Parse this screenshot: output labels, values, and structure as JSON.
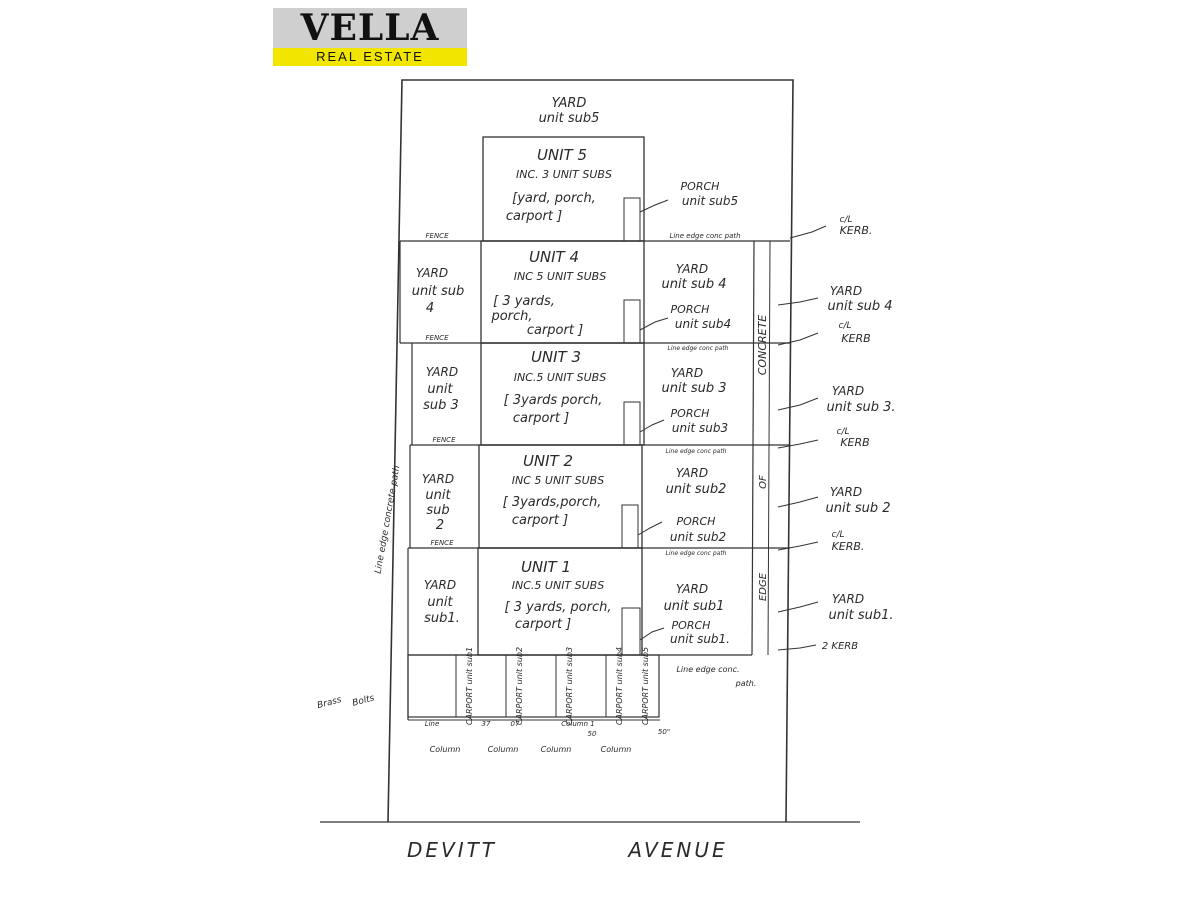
{
  "logo": {
    "name": "VELLA",
    "subtitle": "REAL ESTATE",
    "bg_top": "#cfcfcf",
    "bg_bottom": "#f2e600"
  },
  "street": {
    "word1": "DEVITT",
    "word2": "AVENUE"
  },
  "yard5": {
    "line1": "YARD",
    "line2": "unit sub5"
  },
  "units": [
    {
      "title": "UNIT 5",
      "inc": "INC. 3 UNIT SUBS",
      "note1": "[yard, porch,",
      "note2": "carport ]",
      "note3": ""
    },
    {
      "title": "UNIT 4",
      "inc": "INC 5 UNIT SUBS",
      "note1": "[ 3 yards,",
      "note2": "porch,",
      "note3": "carport ]"
    },
    {
      "title": "UNIT 3",
      "inc": "INC.5 UNIT SUBS",
      "note1": "[ 3yards porch,",
      "note2": "carport ]",
      "note3": ""
    },
    {
      "title": "UNIT 2",
      "inc": "INC 5 UNIT SUBS",
      "note1": "[ 3yards,porch,",
      "note2": "carport ]",
      "note3": ""
    },
    {
      "title": "UNIT 1",
      "inc": "INC.5 UNIT SUBS",
      "note1": "[ 3 yards, porch,",
      "note2": "carport ]",
      "note3": ""
    }
  ],
  "porch_labels": {
    "p5": [
      "PORCH",
      "unit sub5"
    ],
    "p4": [
      "PORCH",
      "unit sub4"
    ],
    "p3": [
      "PORCH",
      "unit sub3"
    ],
    "p2": [
      "PORCH",
      "unit sub2"
    ],
    "p1": [
      "PORCH",
      "unit sub1."
    ]
  },
  "right_yards": {
    "y4": [
      "YARD",
      "unit sub 4"
    ],
    "y3": [
      "YARD",
      "unit sub 3"
    ],
    "y2": [
      "YARD",
      "unit sub2"
    ],
    "y1": [
      "YARD",
      "unit sub1"
    ]
  },
  "left_yards": {
    "y4": [
      "YARD",
      "unit sub",
      "4"
    ],
    "y3": [
      "YARD",
      "unit",
      "sub 3"
    ],
    "y2": [
      "YARD",
      "unit",
      "sub",
      "2"
    ],
    "y1": [
      "YARD",
      "unit",
      "sub1."
    ]
  },
  "outer_yards": {
    "y4": [
      "YARD",
      "unit sub 4"
    ],
    "y3": [
      "YARD",
      "unit sub 3."
    ],
    "y2": [
      "YARD",
      "unit sub 2"
    ],
    "y1": [
      "YARD",
      "unit sub1."
    ]
  },
  "kerbs": {
    "k5": [
      "c/L",
      "KERB."
    ],
    "k4": [
      "c/L",
      "KERB"
    ],
    "k3": [
      "c/L",
      "KERB"
    ],
    "k2": [
      "c/L",
      "KERB."
    ],
    "k1": "2 KERB"
  },
  "fence_label": "FENCE",
  "line_edge_conc_path": "Line edge conc path",
  "line_edge_conc_path_lower": [
    "Line edge conc.",
    "path."
  ],
  "left_path": "Line edge concrete path",
  "concrete_edge": {
    "top": "CONCRETE",
    "mid": "OF",
    "bottom": "EDGE"
  },
  "carports": [
    "CARPORT unit sub1",
    "CARPORT unit sub2",
    "CARPORT unit sub3",
    "CARPORT unit sub4",
    "CARPORT unit sub5"
  ],
  "brass_bolts": [
    "Brass",
    "Bolts"
  ],
  "bottom_labels": {
    "line": "Line",
    "dim1": "37",
    "dim2": "07",
    "col_ref": "Column 1",
    "dim3": "50",
    "dim4": "50\"",
    "column": "Column"
  }
}
